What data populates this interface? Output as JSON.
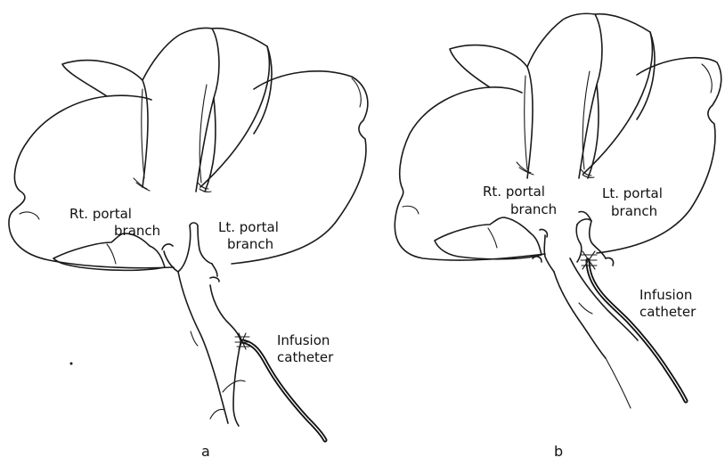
{
  "panels": [
    {
      "letter": "a",
      "labels": {
        "rt_portal_line1": "Rt. portal",
        "rt_portal_line2": "branch",
        "lt_portal_line1": "Lt. portal",
        "lt_portal_line2": "branch",
        "catheter_line1": "Infusion",
        "catheter_line2": "catheter"
      }
    },
    {
      "letter": "b",
      "labels": {
        "rt_portal_line1": "Rt. portal",
        "rt_portal_line2": "branch",
        "lt_portal_line1": "Lt. portal",
        "lt_portal_line2": "branch",
        "catheter_line1": "Infusion",
        "catheter_line2": "catheter"
      }
    }
  ]
}
